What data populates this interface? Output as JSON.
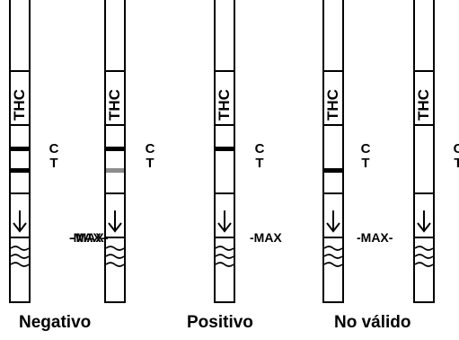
{
  "strip_text": "THC",
  "control_label": "C",
  "test_label": "T",
  "max_labels": [
    "-MAX-",
    "-MAX-",
    "-MAX",
    "-MAX-"
  ],
  "groups": {
    "negative": "Negativo",
    "positive": "Positivo",
    "invalid": "No válido"
  },
  "strips": [
    {
      "control_line": "solid",
      "test_line": "solid"
    },
    {
      "control_line": "solid",
      "test_line": "faint"
    },
    {
      "control_line": "solid",
      "test_line": "none"
    },
    {
      "control_line": "none",
      "test_line": "solid"
    },
    {
      "control_line": "none",
      "test_line": "none"
    }
  ],
  "colors": {
    "line": "#000000",
    "faint_line": "#8c8c8c",
    "background": "#ffffff"
  }
}
